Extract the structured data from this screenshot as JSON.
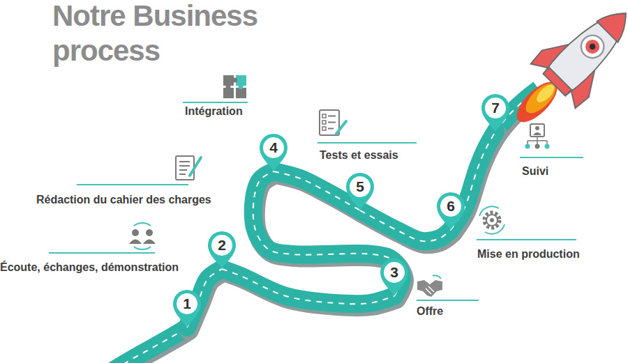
{
  "diagram": {
    "title": "Notre Business process",
    "nodes": [
      {
        "text": [
          "1"
        ]
      },
      {
        "text": [
          "2"
        ]
      },
      {
        "text": [
          "3"
        ]
      },
      {
        "text": [
          "4"
        ]
      },
      {
        "text": [
          "5"
        ]
      },
      {
        "text": [
          "6"
        ]
      },
      {
        "text": [
          "7"
        ]
      }
    ],
    "edges": [
      {
        "from": 0,
        "to": 1,
        "arrow": "none"
      },
      {
        "from": 1,
        "to": 2,
        "arrow": "none"
      },
      {
        "from": 2,
        "to": 3,
        "arrow": "none"
      },
      {
        "from": 3,
        "to": 4,
        "arrow": "none"
      },
      {
        "from": 4,
        "to": 5,
        "arrow": "none"
      },
      {
        "from": 5,
        "to": 6,
        "arrow": "none"
      }
    ],
    "labels": [
      "Écoute, échanges, démonstration",
      "Rédaction du cahier des charges",
      "Offre",
      "Intégration",
      "Tests et essais",
      "Mise en production",
      "Suivi"
    ]
  }
}
